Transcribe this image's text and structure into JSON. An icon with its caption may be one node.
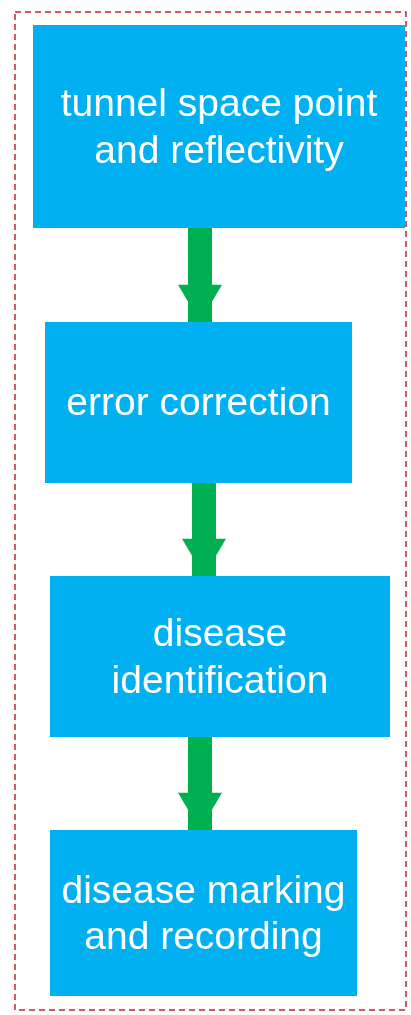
{
  "diagram": {
    "nodes": [
      {
        "text": [
          "tunnel space point and reflectivity"
        ]
      },
      {
        "text": [
          "error correction"
        ]
      },
      {
        "text": [
          "disease identification"
        ]
      },
      {
        "text": [
          "disease marking and recording"
        ]
      }
    ],
    "edges": [
      {
        "from": 0,
        "to": 1,
        "arrow": "to"
      },
      {
        "from": 1,
        "to": 2,
        "arrow": "to"
      },
      {
        "from": 2,
        "to": 3,
        "arrow": "to"
      }
    ]
  }
}
